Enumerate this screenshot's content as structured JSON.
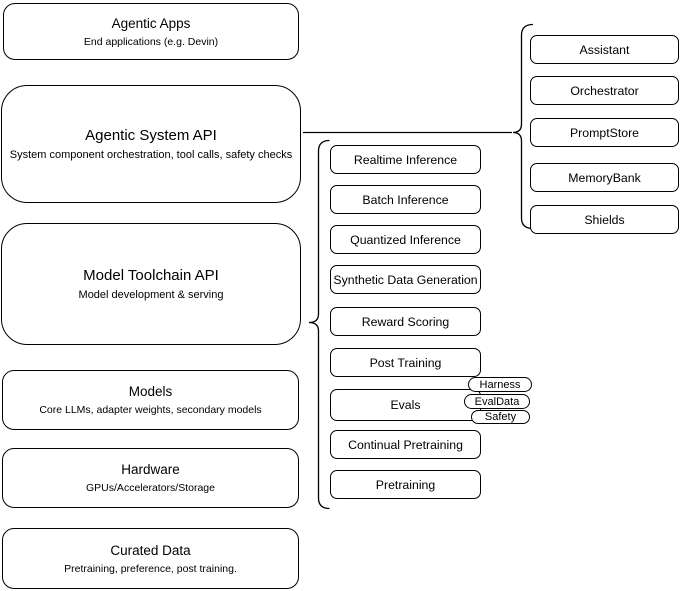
{
  "diagram": {
    "left_stack": [
      {
        "title": "Agentic Apps",
        "subtitle": "End applications (e.g. Devin)"
      },
      {
        "title": "Agentic System API",
        "subtitle": "System component orchestration, tool calls, safety checks"
      },
      {
        "title": "Model Toolchain API",
        "subtitle": "Model development & serving"
      },
      {
        "title": "Models",
        "subtitle": "Core LLMs, adapter weights, secondary models"
      },
      {
        "title": "Hardware",
        "subtitle": "GPUs/Accelerators/Storage"
      },
      {
        "title": "Curated Data",
        "subtitle": "Pretraining, preference, post training."
      }
    ],
    "toolchain_services": [
      "Realtime Inference",
      "Batch Inference",
      "Quantized Inference",
      "Synthetic Data Generation",
      "Reward Scoring",
      "Post Training",
      "Evals",
      "Continual Pretraining",
      "Pretraining"
    ],
    "eval_components": [
      "Harness",
      "EvalData",
      "Safety"
    ],
    "system_components": [
      "Assistant",
      "Orchestrator",
      "PromptStore",
      "MemoryBank",
      "Shields"
    ],
    "colors": {
      "border": "#000000",
      "fill": "#ffffff",
      "text": "#000000"
    }
  }
}
